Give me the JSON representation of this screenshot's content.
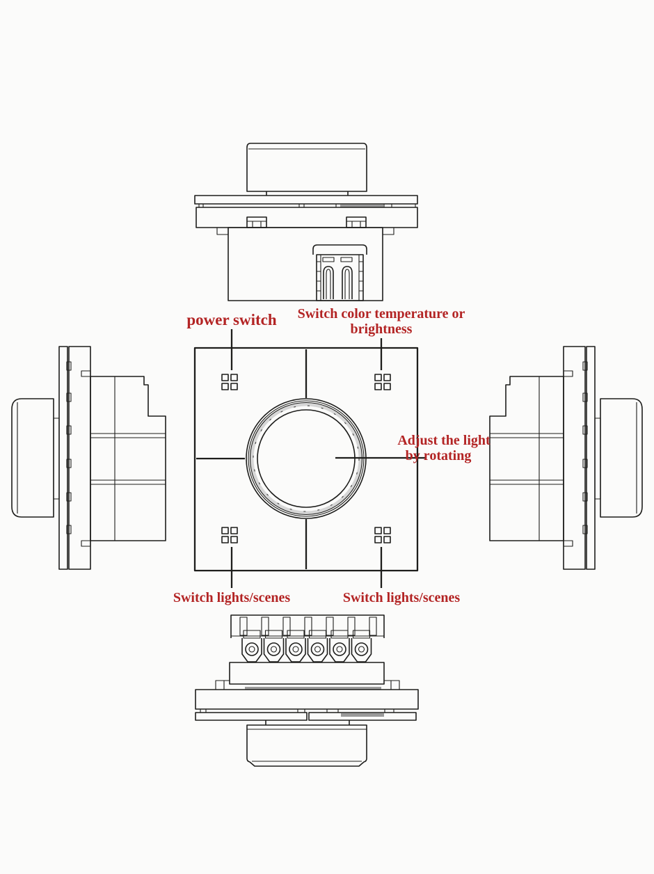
{
  "title": "Rotary dimmer switch technical diagram",
  "colors": {
    "background": "#fbfbfa",
    "line": "#1d1d1b",
    "annotation_red": "#b32424",
    "shading_gray": "#9a9a9a"
  },
  "annotations": {
    "power_switch": "power switch",
    "color_temp_line1": "Switch color temperature or",
    "color_temp_line2": "brightness",
    "adjust_line1": "Adjust the light",
    "adjust_line2": "by rotating",
    "switch_lights_left": "Switch lights/scenes",
    "switch_lights_right": "Switch lights/scenes"
  },
  "icons": {
    "touch_button": "four-small-squares",
    "rotary_knob": "concentric-circles"
  }
}
